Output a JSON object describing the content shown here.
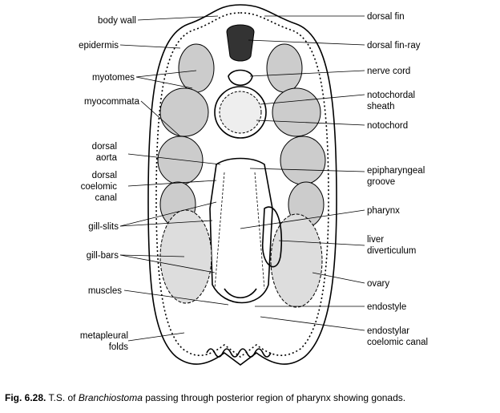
{
  "labels_left": {
    "body_wall": "body wall",
    "epidermis": "epidermis",
    "myotomes": "myotomes",
    "myocommata": "myocommata",
    "dorsal_aorta_1": "dorsal",
    "dorsal_aorta_2": "aorta",
    "dcc_1": "dorsal",
    "dcc_2": "coelomic",
    "dcc_3": "canal",
    "gill_slits": "gill-slits",
    "gill_bars": "gill-bars",
    "muscles": "muscles",
    "mf_1": "metapleural",
    "mf_2": "folds"
  },
  "labels_right": {
    "dorsal_fin": "dorsal fin",
    "dorsal_fin_ray": "dorsal fin-ray",
    "nerve_cord": "nerve cord",
    "ns_1": "notochordal",
    "ns_2": "sheath",
    "notochord": "notochord",
    "eg_1": "epipharyngeal",
    "eg_2": "groove",
    "pharynx": "pharynx",
    "ld_1": "liver",
    "ld_2": "diverticulum",
    "ovary": "ovary",
    "endostyle": "endostyle",
    "ecc_1": "endostylar",
    "ecc_2": "coelomic canal"
  },
  "caption": {
    "fig": "Fig. 6.28.",
    "pre": "T.S. of",
    "genus": "Branchiostoma",
    "post": "passing through posterior region of pharynx showing gonads."
  }
}
